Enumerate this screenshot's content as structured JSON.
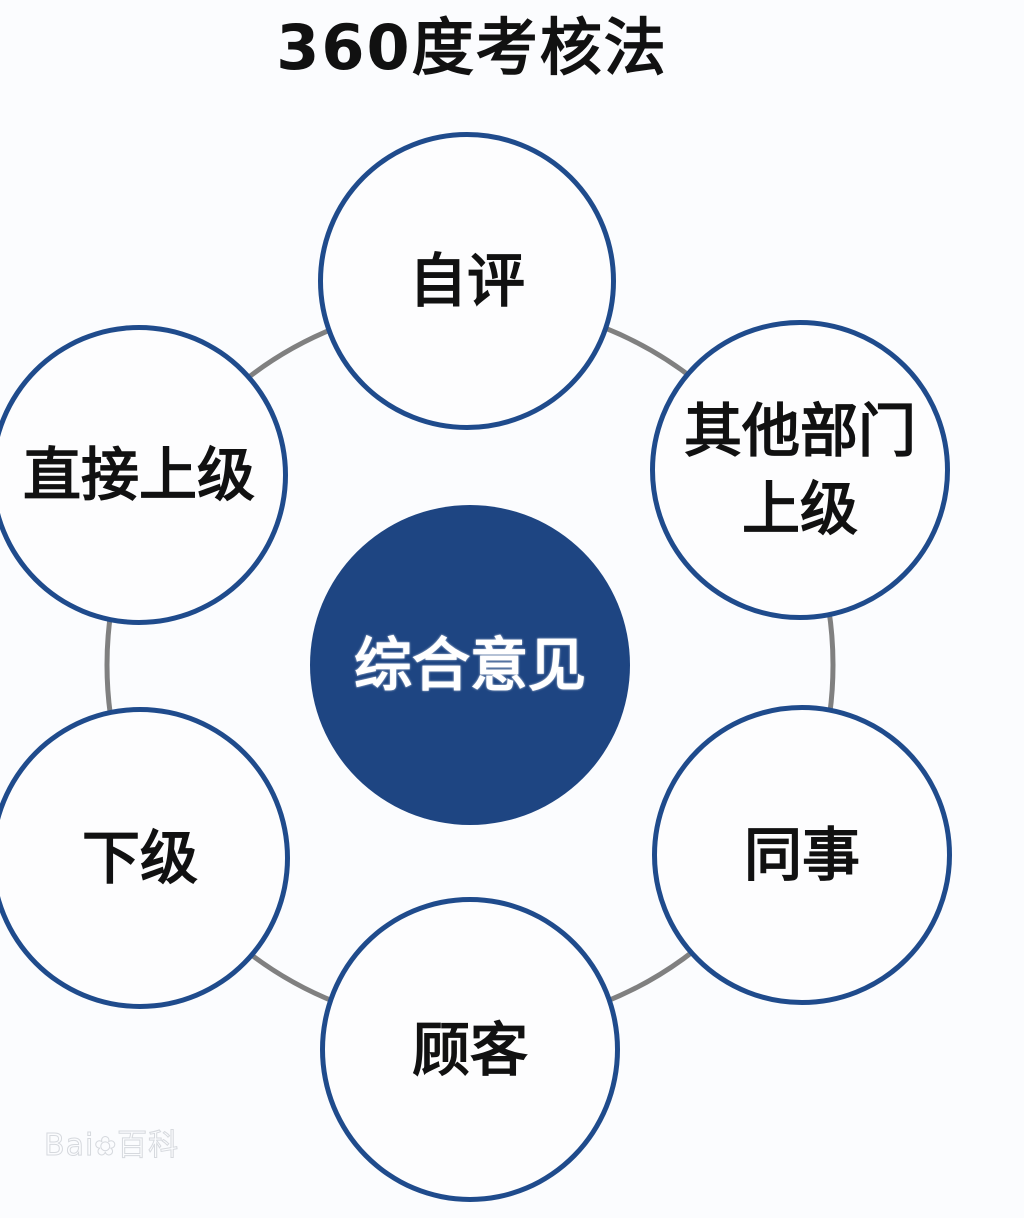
{
  "title": "360度考核法",
  "center_node": {
    "label": "综合意见",
    "color": "#1e4582"
  },
  "nodes": [
    {
      "id": "self",
      "label": "自评"
    },
    {
      "id": "other-dept-superior",
      "label": "其他部门\n上级"
    },
    {
      "id": "colleague",
      "label": "同事"
    },
    {
      "id": "customer",
      "label": "顾客"
    },
    {
      "id": "subordinate",
      "label": "下级"
    },
    {
      "id": "direct-superior",
      "label": "直接上级"
    }
  ],
  "colors": {
    "ring": "#808080",
    "node_border": "#1f4b8c",
    "text": "#111111"
  },
  "watermark": {
    "text": "Bai",
    "paw": "✿",
    "suffix": "百科"
  }
}
